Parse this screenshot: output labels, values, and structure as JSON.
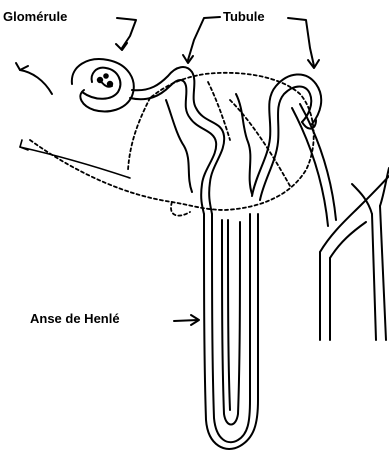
{
  "labels": {
    "glomerule": "Glomérule",
    "tubule": "Tubule",
    "anse": "Anse de Henlé"
  },
  "colors": {
    "ink": "#000000",
    "paper": "#ffffff"
  }
}
